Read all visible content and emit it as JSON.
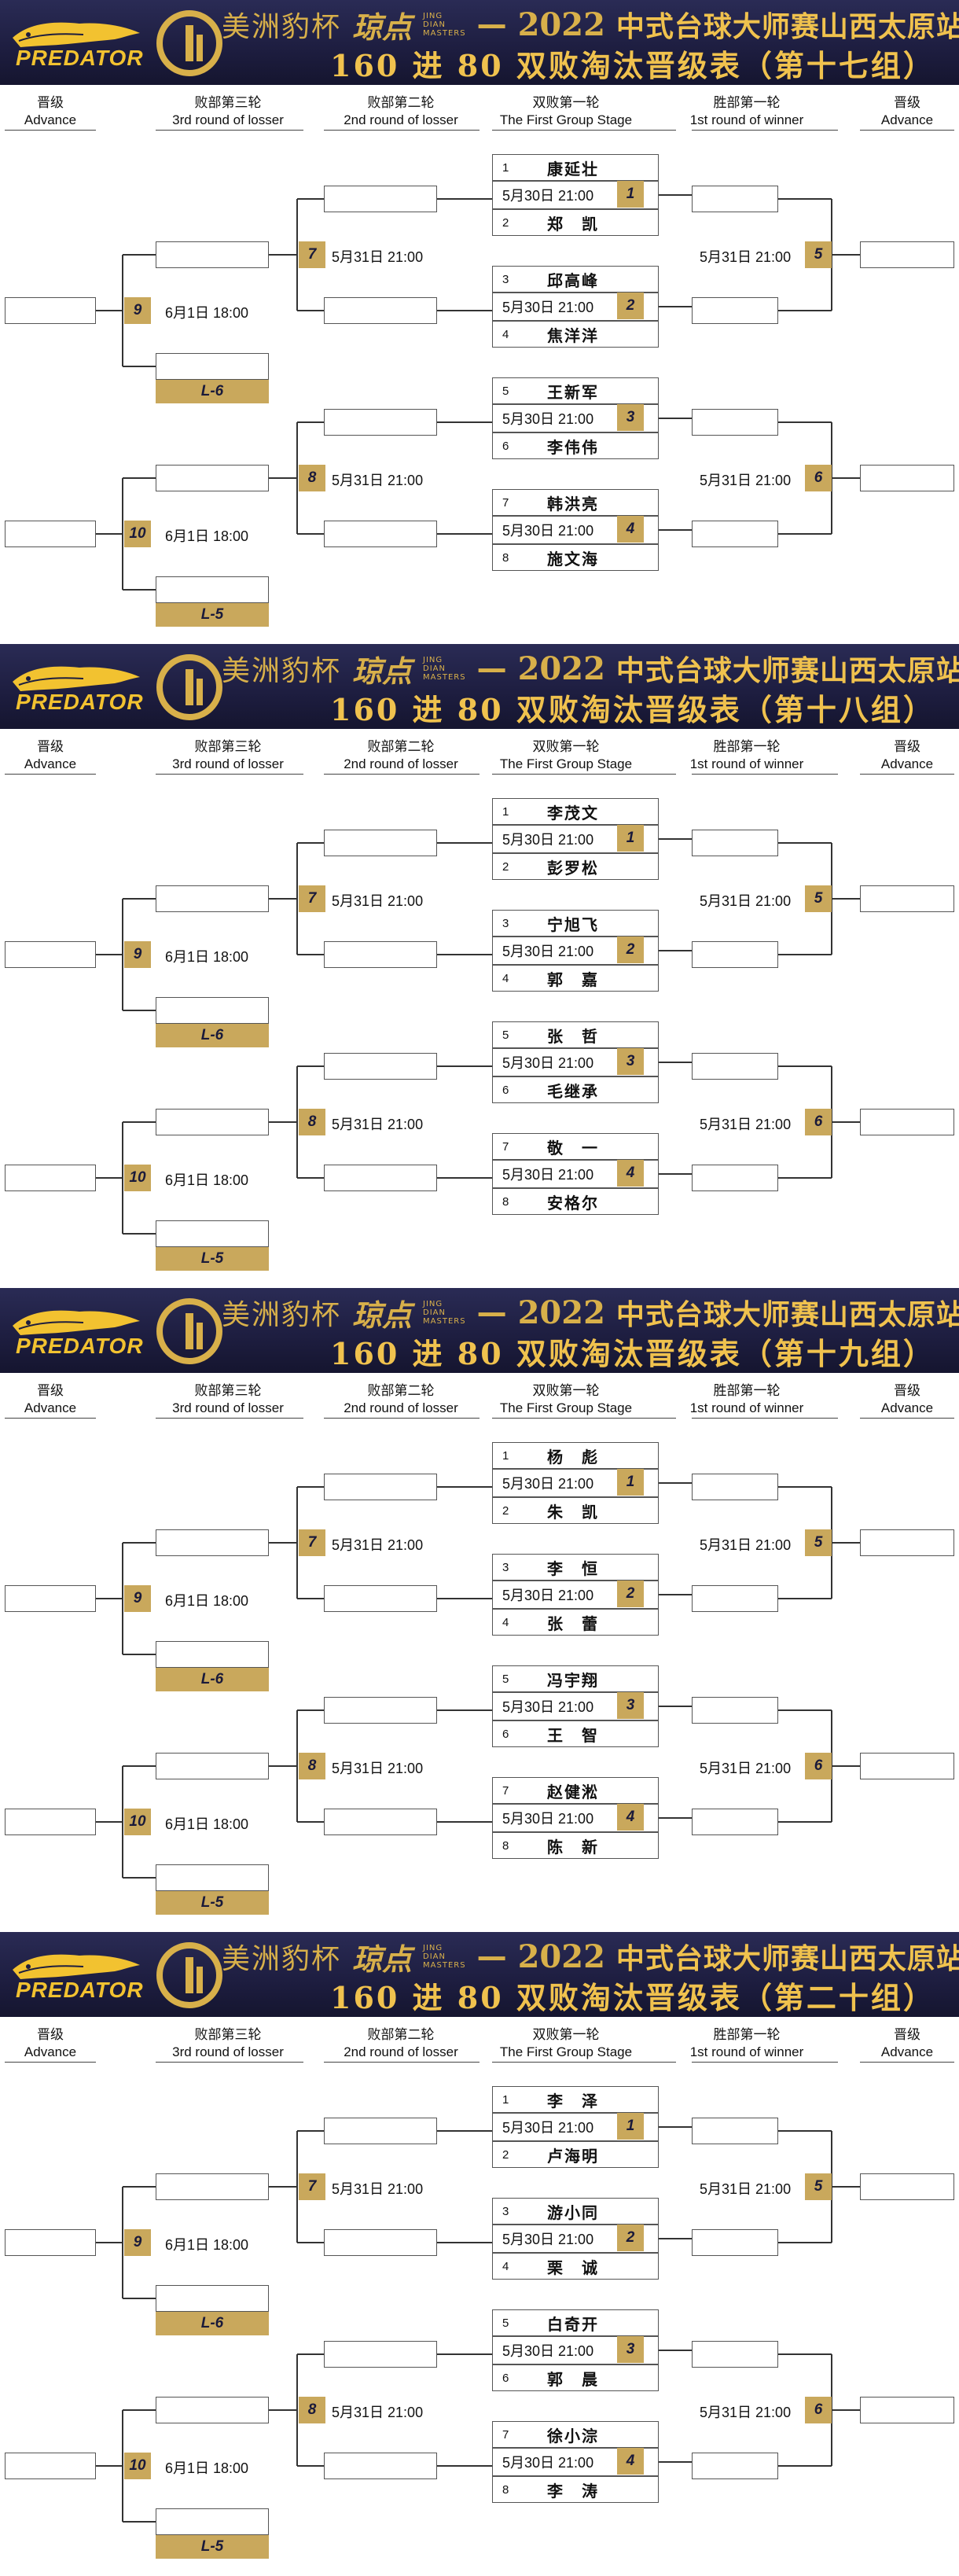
{
  "banner": {
    "brand_cn": "美洲豹杯",
    "jingdian_cn": "琼点",
    "jingdian_en": [
      "JING",
      "DIAN",
      "MASTERS"
    ],
    "dash": "—",
    "year": "2022",
    "event_cn": "中式台球大师赛山西太原站",
    "logo_text": "PREDATOR",
    "subtitle_prefix": "160 进 80 双败淘汰晋级表（"
  },
  "columns": [
    {
      "cn": "晋级",
      "en": "Advance"
    },
    {
      "cn": "败部第三轮",
      "en": "3rd round of losser"
    },
    {
      "cn": "败部第二轮",
      "en": "2nd round of losser"
    },
    {
      "cn": "双败第一轮",
      "en": "The First Group Stage"
    },
    {
      "cn": "胜部第一轮",
      "en": "1st round of winner"
    },
    {
      "cn": "晋级",
      "en": "Advance"
    }
  ],
  "times": {
    "r1": "5月30日 21:00",
    "r2": "5月31日 21:00",
    "r3": "6月1日 18:00"
  },
  "badges": [
    "1",
    "2",
    "3",
    "4",
    "5",
    "6",
    "7",
    "8",
    "9",
    "10"
  ],
  "loss_labels": [
    "L-6",
    "L-5"
  ],
  "colors": {
    "banner": "#1d1d3f",
    "gold": "#c9a85c",
    "gold_text": "#f0c24e"
  },
  "groups": [
    {
      "label": "第十七组",
      "players": [
        {
          "seed": "1",
          "name": "康延壮"
        },
        {
          "seed": "2",
          "name": "郑　凯"
        },
        {
          "seed": "3",
          "name": "邱高峰"
        },
        {
          "seed": "4",
          "name": "焦洋洋"
        },
        {
          "seed": "5",
          "name": "王新军"
        },
        {
          "seed": "6",
          "name": "李伟伟"
        },
        {
          "seed": "7",
          "name": "韩洪亮"
        },
        {
          "seed": "8",
          "name": "施文海"
        }
      ]
    },
    {
      "label": "第十八组",
      "players": [
        {
          "seed": "1",
          "name": "李茂文"
        },
        {
          "seed": "2",
          "name": "彭罗松"
        },
        {
          "seed": "3",
          "name": "宁旭飞"
        },
        {
          "seed": "4",
          "name": "郭　嘉"
        },
        {
          "seed": "5",
          "name": "张　哲"
        },
        {
          "seed": "6",
          "name": "毛继承"
        },
        {
          "seed": "7",
          "name": "敬　一"
        },
        {
          "seed": "8",
          "name": "安格尔"
        }
      ]
    },
    {
      "label": "第十九组",
      "players": [
        {
          "seed": "1",
          "name": "杨　彪"
        },
        {
          "seed": "2",
          "name": "朱　凯"
        },
        {
          "seed": "3",
          "name": "李　恒"
        },
        {
          "seed": "4",
          "name": "张　蕾"
        },
        {
          "seed": "5",
          "name": "冯宇翔"
        },
        {
          "seed": "6",
          "name": "王　智"
        },
        {
          "seed": "7",
          "name": "赵健淞"
        },
        {
          "seed": "8",
          "name": "陈　新"
        }
      ]
    },
    {
      "label": "第二十组",
      "players": [
        {
          "seed": "1",
          "name": "李　泽"
        },
        {
          "seed": "2",
          "name": "卢海明"
        },
        {
          "seed": "3",
          "name": "游小同"
        },
        {
          "seed": "4",
          "name": "栗　诚"
        },
        {
          "seed": "5",
          "name": "白奇开"
        },
        {
          "seed": "6",
          "name": "郭　晨"
        },
        {
          "seed": "7",
          "name": "徐小淙"
        },
        {
          "seed": "8",
          "name": "李　涛"
        }
      ]
    }
  ]
}
